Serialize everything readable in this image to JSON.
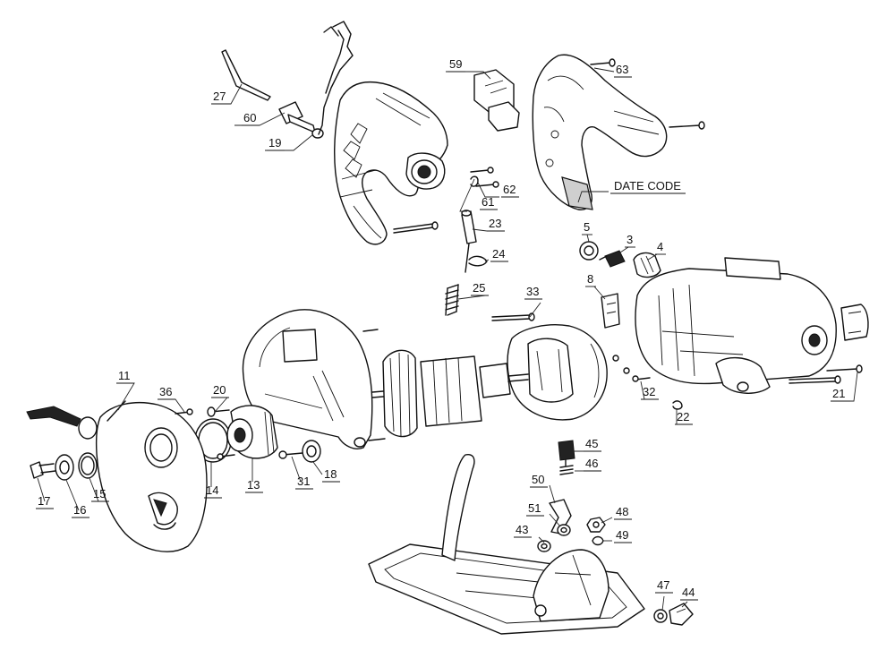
{
  "callouts": {
    "c3": "3",
    "c4": "4",
    "c5": "5",
    "c8": "8",
    "c11": "11",
    "c13": "13",
    "c14": "14",
    "c15": "15",
    "c16": "16",
    "c17": "17",
    "c18": "18",
    "c19": "19",
    "c20": "20",
    "c21": "21",
    "c22": "22",
    "c23": "23",
    "c24": "24",
    "c25": "25",
    "c27": "27",
    "c31": "31",
    "c32": "32",
    "c33": "33",
    "c36": "36",
    "c43": "43",
    "c44": "44",
    "c45": "45",
    "c46": "46",
    "c47": "47",
    "c48": "48",
    "c49": "49",
    "c50": "50",
    "c51": "51",
    "c59": "59",
    "c60": "60",
    "c61": "61",
    "c62": "62",
    "c63": "63"
  },
  "date_code": "DATE CODE"
}
